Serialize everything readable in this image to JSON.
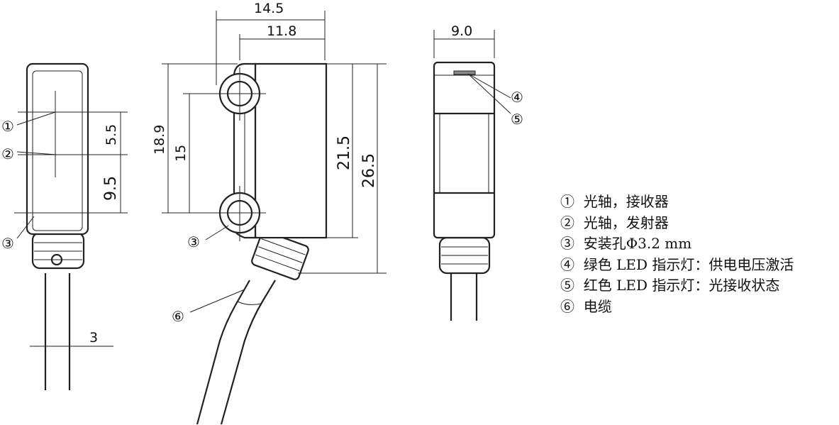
{
  "dimensions": {
    "width_front": "14.5",
    "width_body": "11.8",
    "width_side": "9.0",
    "hole_top_to_bottom_hole": "18.9",
    "hole_pitch": "15",
    "body_height": "21.5",
    "total_height": "26.5",
    "axis_gap_upper": "5.5",
    "axis_gap_lower": "9.5",
    "cable_diameter": "3"
  },
  "callouts": [
    "①",
    "②",
    "③",
    "④",
    "⑤",
    "⑥"
  ],
  "legend": [
    {
      "num": "①",
      "text": "光轴，接收器"
    },
    {
      "num": "②",
      "text": "光轴，发射器"
    },
    {
      "num": "③",
      "text": "安装孔Φ3.2 mm"
    },
    {
      "num": "④",
      "text": "绿色 LED 指示灯：供电电压激活"
    },
    {
      "num": "⑤",
      "text": "红色 LED 指示灯：光接收状态"
    },
    {
      "num": "⑥",
      "text": "电缆"
    }
  ]
}
